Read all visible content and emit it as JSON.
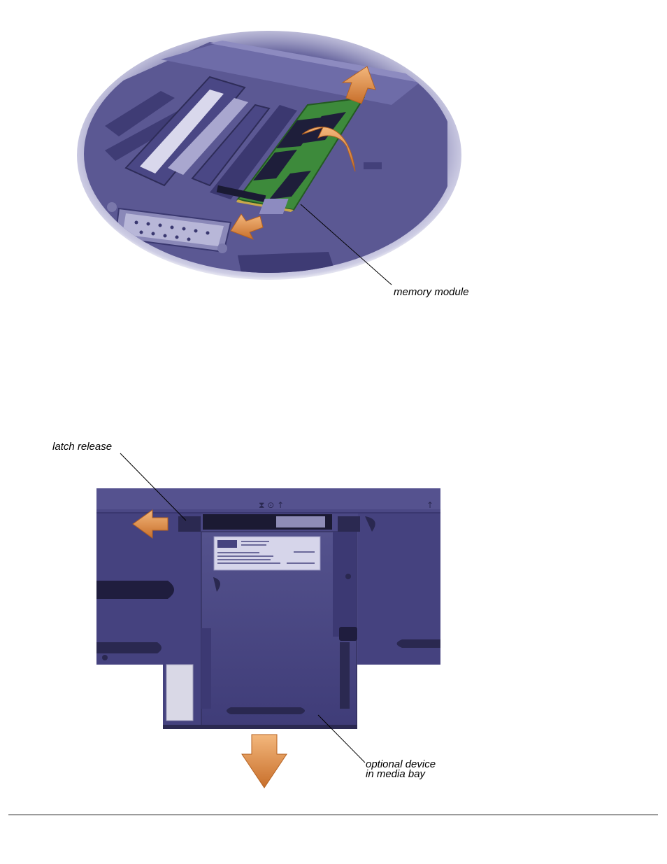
{
  "figure1": {
    "callouts": {
      "memory_module": "memory module"
    }
  },
  "figure2": {
    "callouts": {
      "latch_release": "latch release",
      "optional_device_line1": "optional device",
      "optional_device_line2": "in media bay"
    }
  },
  "colors": {
    "chassis": "#4a4784",
    "chassis_dark": "#2c2a55",
    "pcb": "#3d8a3b",
    "arrow": "#e0924a"
  }
}
